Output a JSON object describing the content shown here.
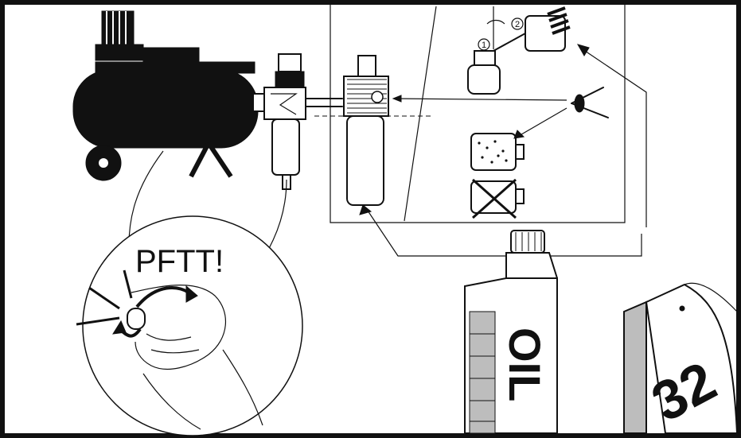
{
  "diagram": {
    "sound_label": "PFTT!",
    "oil_label": "OIL",
    "step_labels": [
      "1",
      "2"
    ],
    "calendar_day": "32"
  },
  "colors": {
    "ink": "#111111",
    "background": "#ffffff",
    "shade": "#bdbdbd"
  }
}
